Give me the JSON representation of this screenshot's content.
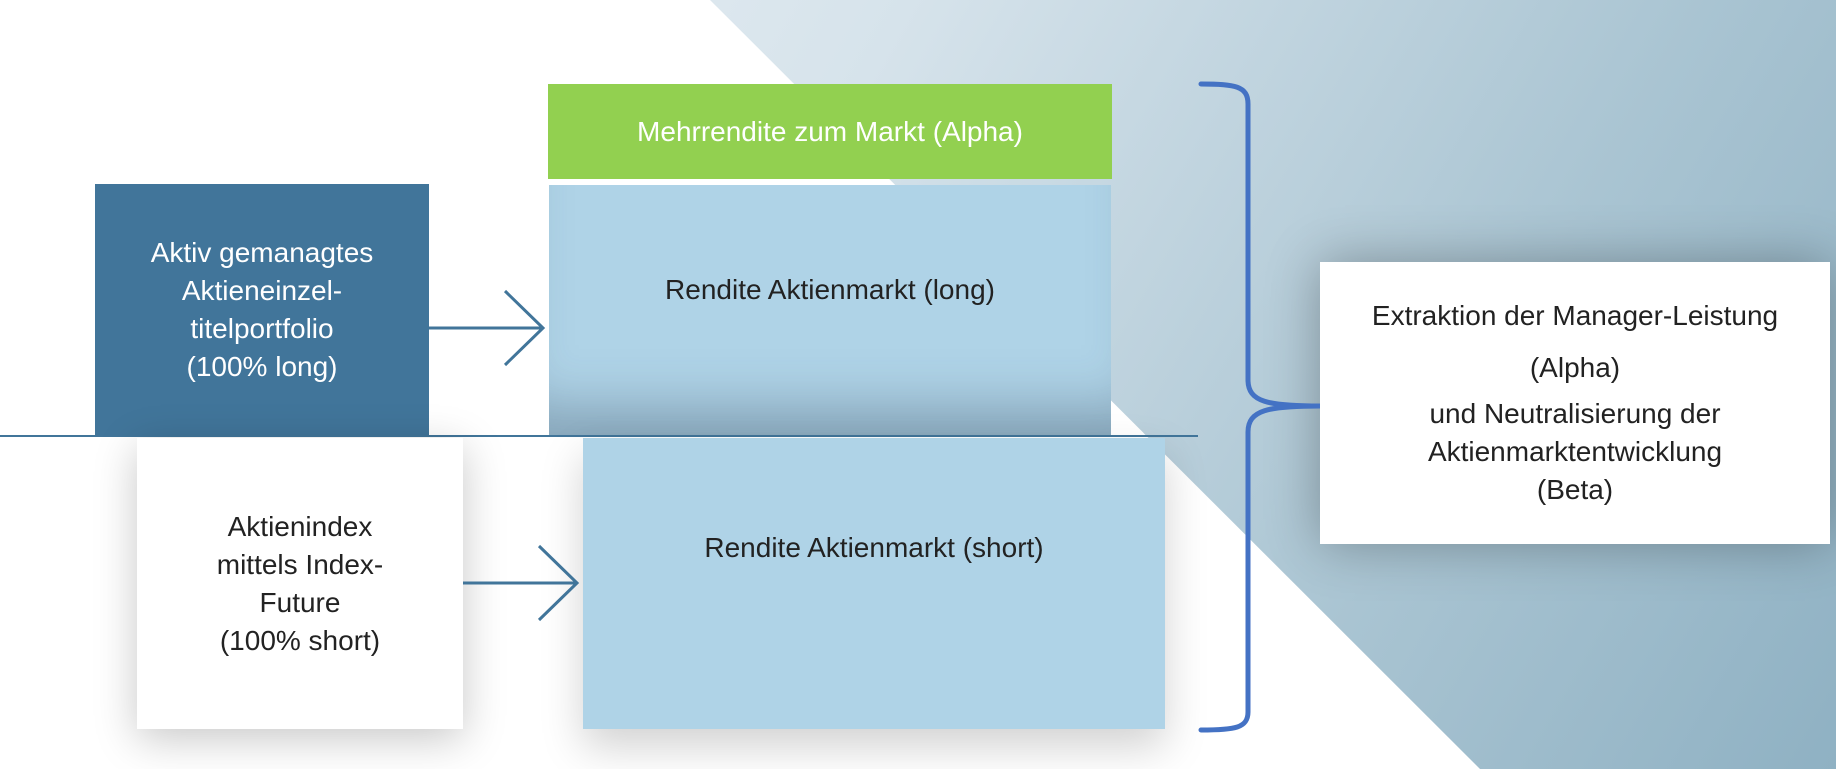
{
  "diagram": {
    "alpha_box": "Mehrrendite zum Markt (Alpha)",
    "long_box": "Rendite Aktienmarkt (long)",
    "short_box": "Rendite Aktienmarkt (short)",
    "portfolio_box": "Aktiv gemanagtes\nAktieneinzel-\ntitelportfolio\n(100% long)",
    "index_box": "Aktienindex\nmittels Index-\nFuture\n(100% short)",
    "result_box": {
      "line1": "Extraktion der Manager-Leistung",
      "line2": "(Alpha)",
      "line3": "und Neutralisierung der\nAktienmarktentwicklung\n(Beta)"
    }
  },
  "colors": {
    "alpha": "#92d050",
    "market": "#afd3e7",
    "portfolio": "#41759a",
    "bracket": "#4472c4",
    "arrow": "#41759a"
  }
}
